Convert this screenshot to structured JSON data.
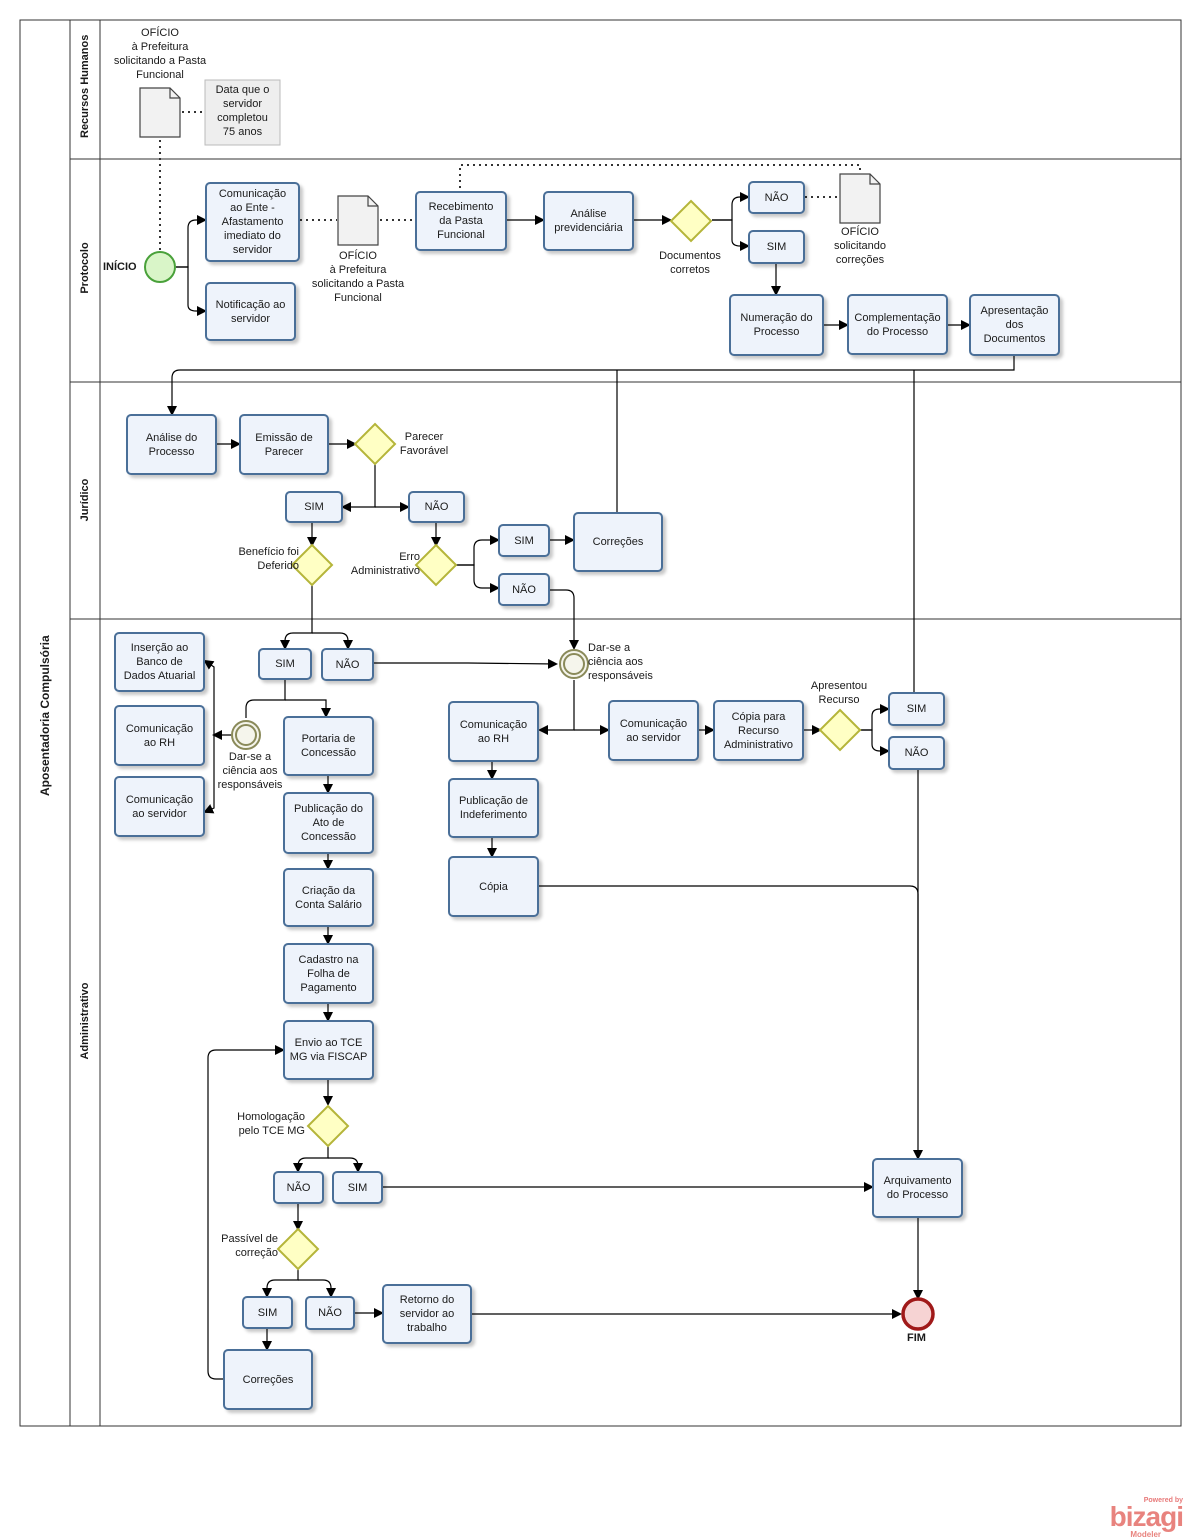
{
  "pool": {
    "title": "Aposentadoria Compulsória"
  },
  "lanes": [
    "Recursos Humanos",
    "Protocolo",
    "Jurídico",
    "Administrativo"
  ],
  "events": {
    "start": "INÍCIO",
    "end": "FIM",
    "intermediate_1": "Dar-se a\nciência aos\nresponsáveis",
    "intermediate_2": "Dar-se a\nciência aos\nresponsáveis"
  },
  "documents": {
    "doc_rh": "OFÍCIO\nà Prefeitura\nsolicitando a Pasta\nFuncional",
    "doc_protocolo": "OFÍCIO\nà Prefeitura\nsolicitando a Pasta\nFuncional",
    "doc_correcoes": "OFÍCIO\nsolicitando\ncorreções"
  },
  "annotation": "Data que o\nservidor\ncompletou\n75 anos",
  "tasks": {
    "comunicacao_ente": "Comunicação\nao Ente -\nAfastamento\nimediato do\nservidor",
    "notificacao_servidor": "Notificação ao\nservidor",
    "recebimento_pasta": "Recebimento\nda Pasta\nFuncional",
    "analise_previdenciaria": "Análise\nprevidenciária",
    "p_nao": "NÃO",
    "p_sim": "SIM",
    "numeracao": "Numeração do\nProcesso",
    "complementacao": "Complementação\ndo Processo",
    "apresentacao": "Apresentação\ndos\nDocumentos",
    "analise_processo": "Análise do\nProcesso",
    "emissao_parecer": "Emissão de\nParecer",
    "j_sim": "SIM",
    "j_nao": "NÃO",
    "j_sim2": "SIM",
    "j_nao2": "NÃO",
    "correcoes_j": "Correções",
    "insercao": "Inserção ao\nBanco de\nDados Atuarial",
    "comunicacao_rh1": "Comunicação\nao RH",
    "comunicacao_serv1": "Comunicação\nao servidor",
    "a_sim": "SIM",
    "a_nao": "NÃO",
    "portaria": "Portaria de\nConcessão",
    "publicacao_ato": "Publicação do\nAto de\nConcessão",
    "criacao_conta": "Criação da\nConta Salário",
    "cadastro_folha": "Cadastro na\nFolha de\nPagamento",
    "envio_tce": "Envio ao TCE\nMG via FISCAP",
    "h_nao": "NÃO",
    "h_sim": "SIM",
    "c_sim": "SIM",
    "c_nao": "NÃO",
    "correcoes_a": "Correções",
    "retorno": "Retorno do\nservidor ao\ntrabalho",
    "comunicacao_rh2": "Comunicação\nao RH",
    "publicacao_indef": "Publicação de\nIndeferimento",
    "copia": "Cópia",
    "comunicacao_serv2": "Comunicação\nao servidor",
    "copia_recurso": "Cópia para\nRecurso\nAdministrativo",
    "r_sim": "SIM",
    "r_nao": "NÃO",
    "arquivamento": "Arquivamento\ndo Processo"
  },
  "gateways": {
    "g_docs": "Documentos\ncorretos",
    "g_parecer": "Parecer\nFavorável",
    "g_beneficio": "Benefício foi\nDeferido",
    "g_erro": "Erro\nAdministrativo",
    "g_recurso": "Apresentou\nRecurso",
    "g_homologacao": "Homologação\npelo TCE MG",
    "g_passivel": "Passível de\ncorreção"
  },
  "branding": {
    "powered": "Powered by",
    "name": "bizagi",
    "product": "Modeler"
  },
  "colors": {
    "task_border": "#4a6f98",
    "task_fill": "#eef3fb",
    "gateway": "#b5b53a",
    "start": "#49a13a",
    "end": "#a01919"
  }
}
